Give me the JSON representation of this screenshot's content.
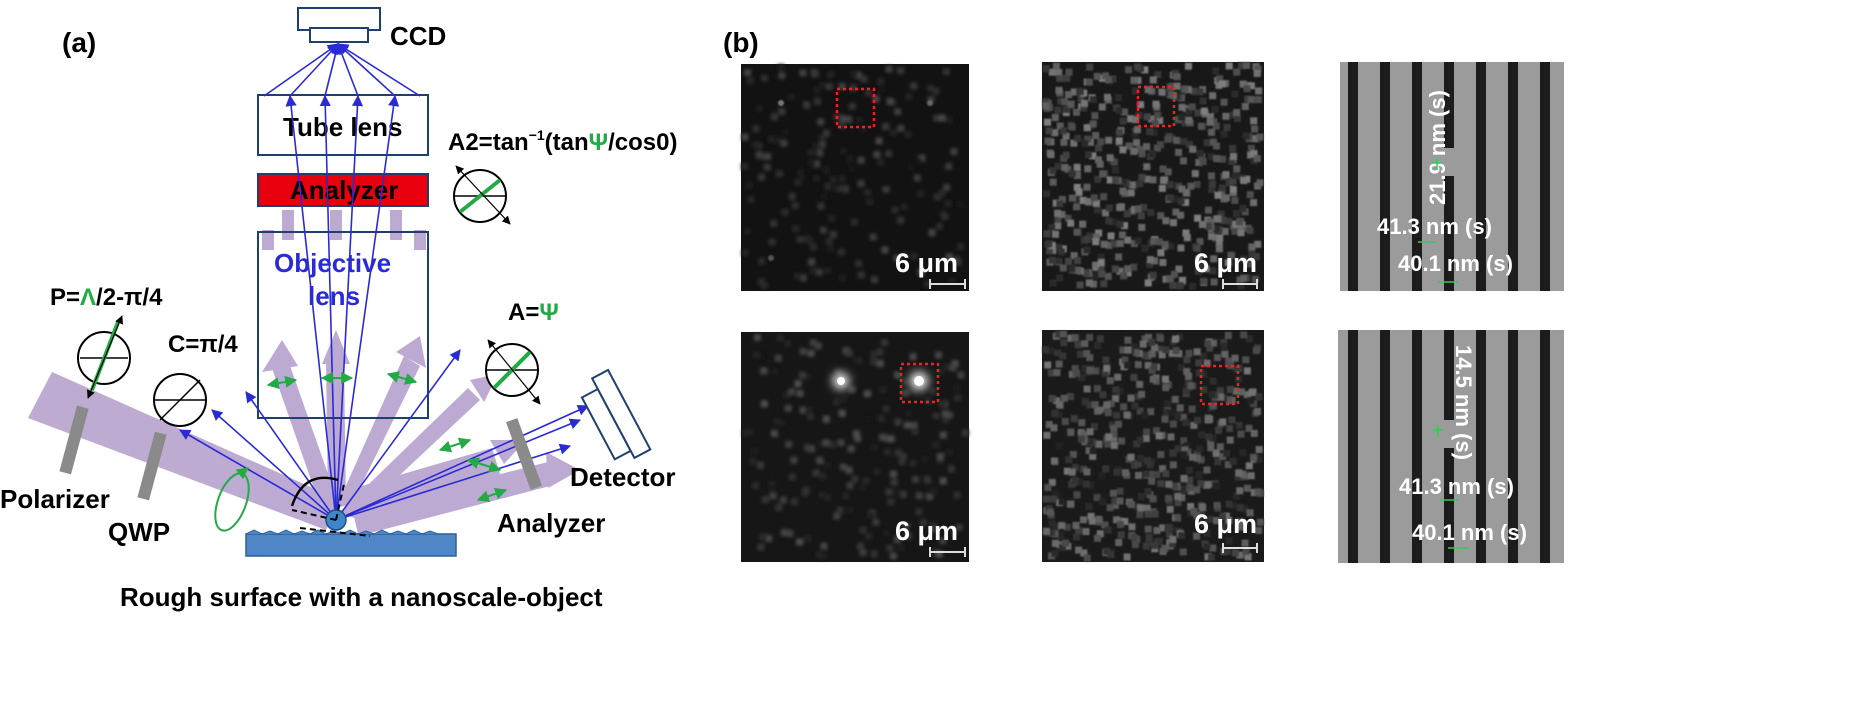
{
  "panel_a": {
    "tag": "(a)",
    "ccd": "CCD",
    "tube_lens": "Tube lens",
    "analyzer_top": "Analyzer",
    "objective_line1": "Objective",
    "objective_line2": "lens",
    "a2_prefix": "A2=tan",
    "a2_sup": "−1",
    "a2_open": "(tan",
    "a2_psi": "Ψ",
    "a2_rest": "/cos0)",
    "p_prefix": "P=",
    "p_lambda": "Λ",
    "p_rest": "/2-π/4",
    "c_label": "C=π/4",
    "a_prefix": "A=",
    "a_psi": "Ψ",
    "polarizer": "Polarizer",
    "qwp": "QWP",
    "analyzer_right": "Analyzer",
    "detector": "Detector",
    "caption": "Rough surface with a nanoscale-object",
    "colors": {
      "ray": "#2b2bd6",
      "beam": "#b9a6d0",
      "analyzer_fill": "#e8000f",
      "box_stroke": "#1f3f6e",
      "green": "#22aa44",
      "surface": "#4f86c6"
    }
  },
  "panel_b": {
    "tag": "(b)",
    "scale_bar": "6 μm",
    "scale_bar_2": "6 μm",
    "scale_bar_3": "6 μm",
    "scale_bar_4": "6 μm",
    "sem_top": {
      "vertical": "21.9 nm (s)",
      "mid": "41.3 nm (s)",
      "low": "40.1 nm (s)"
    },
    "sem_bottom": {
      "vertical": "14.5 nm (s)",
      "mid": "41.3 nm (s)",
      "low": "40.1 nm (s)"
    },
    "colors": {
      "roi": "#ee2222",
      "measure": "#33cc55"
    }
  }
}
